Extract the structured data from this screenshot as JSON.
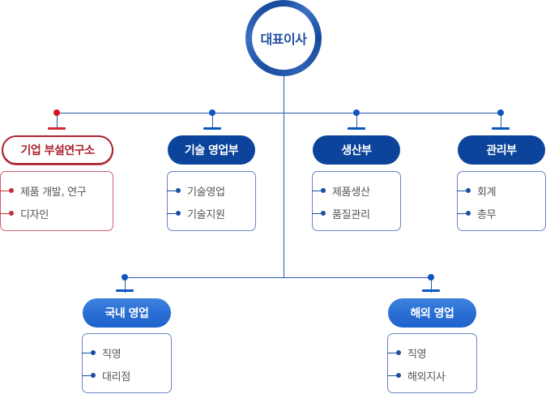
{
  "colors": {
    "navy": "#0b449a",
    "blue": "#2a6fd4",
    "red": "#a8222e",
    "line": "#2a57a8",
    "text": "#555555"
  },
  "ceo": {
    "label": "대표이사"
  },
  "departments_top": [
    {
      "label": "기업 부설연구소",
      "style": "red-outline",
      "items": [
        "제품 개발, 연구",
        "디자인"
      ]
    },
    {
      "label": "기술 영업부",
      "style": "navy",
      "items": [
        "기술영업",
        "기술지원"
      ]
    },
    {
      "label": "생산부",
      "style": "navy",
      "items": [
        "제품생산",
        "품질관리"
      ]
    },
    {
      "label": "관리부",
      "style": "navy",
      "items": [
        "회계",
        "총무"
      ]
    }
  ],
  "departments_bottom": [
    {
      "label": "국내 영업",
      "style": "blue",
      "items": [
        "직영",
        "대리점"
      ]
    },
    {
      "label": "해외 영업",
      "style": "blue",
      "items": [
        "직영",
        "해외지사"
      ]
    }
  ]
}
